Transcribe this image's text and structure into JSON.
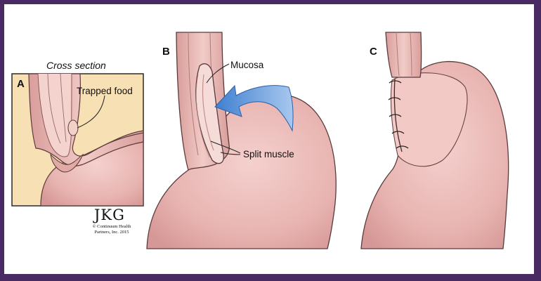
{
  "colors": {
    "border": "#4a2a63",
    "tissue": "#e8b4b1",
    "tissue_light": "#f2cdca",
    "tissue_dark": "#c98a87",
    "outline": "#5a3a3a",
    "inset_bg": "#f7e0b3",
    "arrow": "#4a86d1"
  },
  "panels": {
    "a": {
      "letter": "A",
      "heading": "Cross section",
      "note": "Trapped food"
    },
    "b": {
      "letter": "B",
      "note_top": "Mucosa",
      "note_bottom": "Split muscle"
    },
    "c": {
      "letter": "C"
    }
  },
  "credit": {
    "signature": "JKG",
    "copyright_line1": "© Continuum Health",
    "copyright_line2": "Partners, Inc. 2015"
  }
}
